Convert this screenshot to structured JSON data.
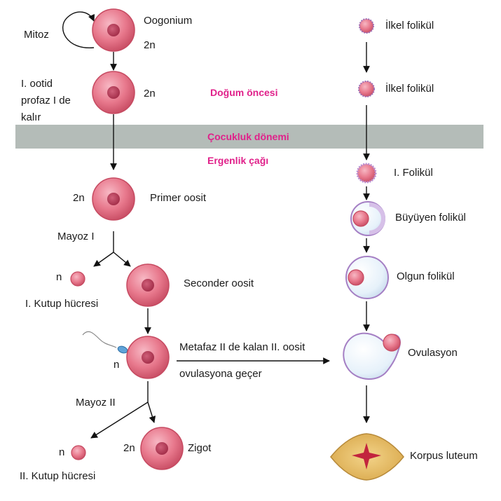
{
  "colors": {
    "stage_text": "#e0218a",
    "band": "#b4bcb8",
    "cell_fill": "#e8798d",
    "cell_rim": "#c64a61",
    "nucleus": "#b63a55",
    "follicle_rim": "#b98ed1",
    "follicle_fill": "#eaf3fa",
    "corpus_fill": "#e8c06a",
    "corpus_core": "#c2243e"
  },
  "stages": {
    "before_birth": "Doğum öncesi",
    "childhood": "Çocukluk dönemi",
    "puberty": "Ergenlik çağı"
  },
  "left": {
    "mitoz": "Mitoz",
    "oogonium": "Oogonium",
    "oogonium_ploidy": "2n",
    "ootid_line1": "I. ootid",
    "ootid_line2": "profaz I de",
    "ootid_line3": "kalır",
    "ootid_ploidy": "2n",
    "primer_ploidy": "2n",
    "primer": "Primer oosit",
    "mayoz1": "Mayoz I",
    "polar1_ploidy": "n",
    "polar1": "I. Kutup hücresi",
    "seconder": "Seconder oosit",
    "sperm_ploidy": "n",
    "mayoz2": "Mayoz II",
    "polar2_ploidy": "n",
    "zigot_ploidy": "2n",
    "zigot": "Zigot",
    "polar2": "II. Kutup hücresi"
  },
  "middle": {
    "line1": "Metafaz II de kalan II. oosit",
    "line2": "ovulasyona geçer"
  },
  "right": {
    "primordial1": "İlkel folikül",
    "primordial2": "İlkel folikül",
    "primary": "I. Folikül",
    "growing": "Büyüyen folikül",
    "mature": "Olgun folikül",
    "ovulation": "Ovulasyon",
    "corpus": "Korpus luteum"
  }
}
